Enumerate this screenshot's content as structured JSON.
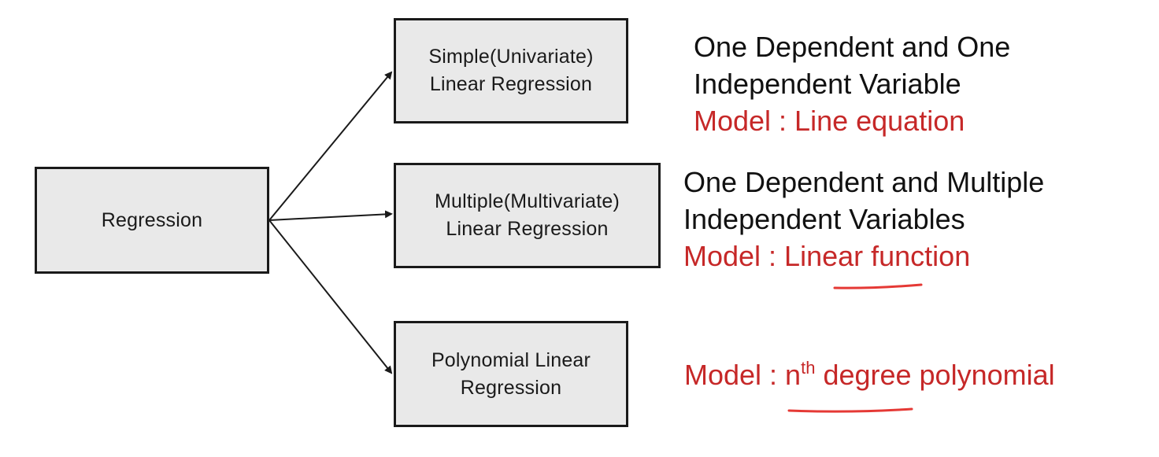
{
  "diagram": {
    "root": {
      "label": "Regression"
    },
    "nodes": [
      {
        "id": "simple",
        "label_lines": [
          "Simple(Univariate)",
          "Linear Regression"
        ],
        "description_lines": [
          "One Dependent and One",
          "Independent Variable"
        ],
        "model_text": "Model : Line equation"
      },
      {
        "id": "multiple",
        "label_lines": [
          "Multiple(Multivariate)",
          "Linear Regression"
        ],
        "description_lines": [
          "One Dependent and Multiple",
          "Independent Variables"
        ],
        "model_text": "Model : Linear function"
      },
      {
        "id": "polynomial",
        "label_lines": [
          "Polynomial Linear",
          "Regression"
        ],
        "model_prefix": "Model : n",
        "model_superscript": "th",
        "model_suffix": " degree polynomial"
      }
    ],
    "colors": {
      "box_fill": "#e9e9e9",
      "box_border": "#1a1a1a",
      "text": "#111111",
      "model_text": "#c62828",
      "annotation": "#e53935"
    }
  }
}
